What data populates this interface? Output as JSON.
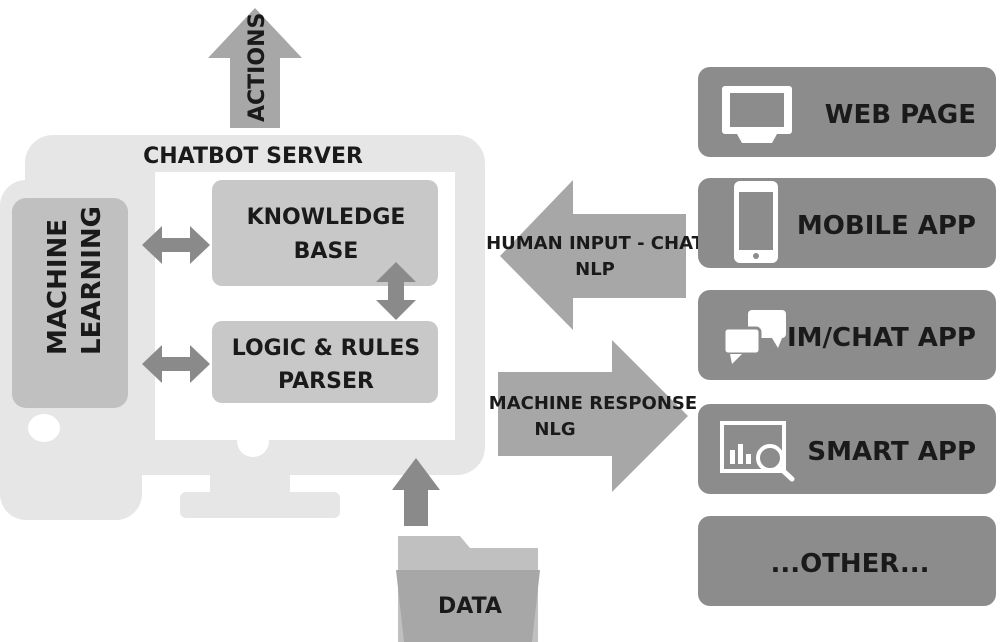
{
  "diagram": {
    "actions": "ACTIONS",
    "server_title": "CHATBOT SERVER",
    "machine_learning": {
      "line1": "MACHINE",
      "line2": "LEARNING"
    },
    "knowledge_base": {
      "line1": "KNOWLEDGE",
      "line2": "BASE"
    },
    "logic_rules": {
      "line1": "LOGIC & RULES",
      "line2": "PARSER"
    },
    "human_input": {
      "line1": "HUMAN INPUT - CHAT",
      "line2": "NLP"
    },
    "machine_response": {
      "line1": "MACHINE RESPONSE",
      "line2": "NLG"
    },
    "data": "DATA",
    "channels": [
      {
        "label": "WEB PAGE",
        "icon": "monitor-icon"
      },
      {
        "label": "MOBILE APP",
        "icon": "smartphone-icon"
      },
      {
        "label": "IM/CHAT APP",
        "icon": "chat-bubbles-icon"
      },
      {
        "label": "SMART APP",
        "icon": "analytics-search-icon"
      },
      {
        "label": "...OTHER...",
        "icon": ""
      }
    ]
  },
  "colors": {
    "light_panel": "#e6e6e6",
    "mid_box": "#c8c8c8",
    "arrow_gray": "#a7a7a7",
    "dark_arrow": "#8a8a8a",
    "channel_box": "#8c8c8c",
    "text": "#1a1a1a"
  }
}
